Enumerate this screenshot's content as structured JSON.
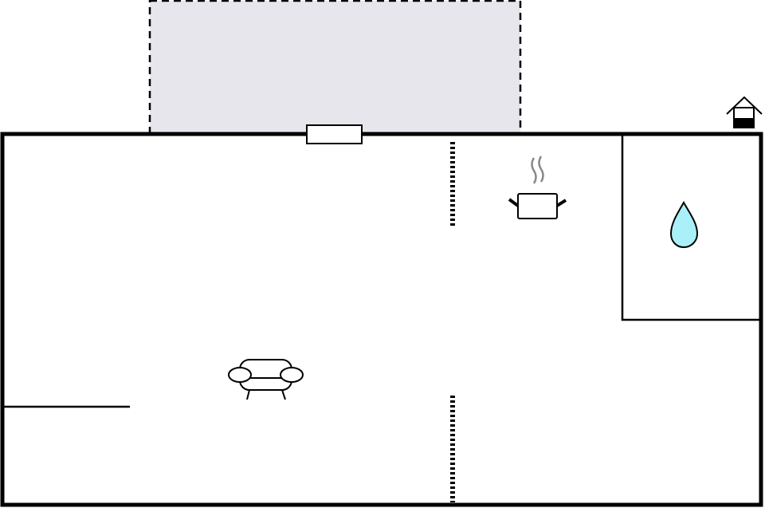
{
  "floorplan": {
    "colors": {
      "wall": "#000000",
      "terrace_fill": "#e6e6ec",
      "water_drop": "#aaf0f8",
      "steam": "#888888"
    },
    "icons": [
      "house-icon",
      "cooking-pot-icon",
      "water-drop-icon",
      "sofa-icon",
      "window-icon"
    ],
    "rooms": [
      "living-room",
      "kitchen",
      "bathroom",
      "terrace"
    ]
  }
}
